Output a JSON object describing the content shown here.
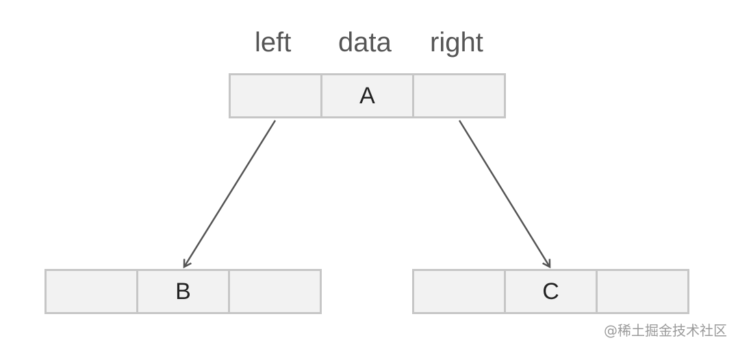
{
  "headers": {
    "left": "left",
    "data": "data",
    "right": "right"
  },
  "nodes": {
    "root": {
      "left": "",
      "data": "A",
      "right": ""
    },
    "left_child": {
      "left": "",
      "data": "B",
      "right": ""
    },
    "right_child": {
      "left": "",
      "data": "C",
      "right": ""
    }
  },
  "edges": [
    {
      "from": "A.left",
      "to": "B"
    },
    {
      "from": "A.right",
      "to": "C"
    }
  ],
  "colors": {
    "border": "#c6c6c6",
    "fill": "#f2f2f2",
    "arrow": "#555555"
  },
  "watermark": "@稀土掘金技术社区"
}
